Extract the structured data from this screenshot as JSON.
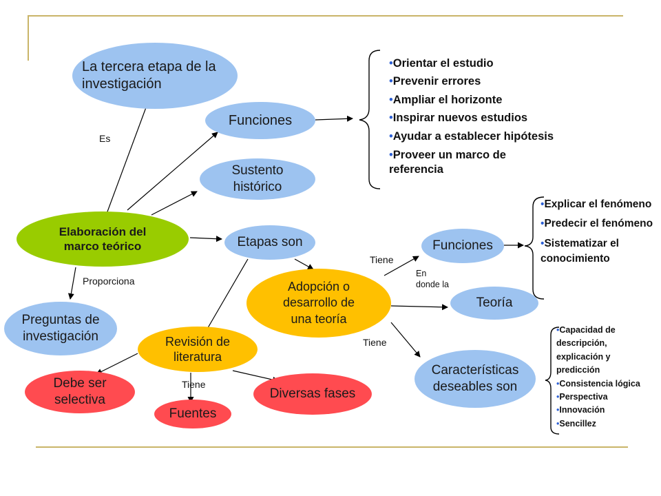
{
  "colors": {
    "light_blue": "#9DC3F0",
    "green": "#99CC00",
    "yellow": "#FFC000",
    "red": "#FF4B50",
    "frame_gold": "#C9B468",
    "bullet_blue": "#2C5FD4"
  },
  "nodes": {
    "tercera_etapa": "La tercera etapa de la investigación",
    "funciones_top": "Funciones",
    "sustento": "Sustento histórico",
    "elaboracion": "Elaboración del marco teórico",
    "etapas": "Etapas son",
    "preguntas": "Preguntas de investigación",
    "adopcion": "Adopción o desarrollo de una teoría",
    "funciones_right": "Funciones",
    "teoria": "Teoría",
    "revision": "Revisión de literatura",
    "caracteristicas": "Características deseables son",
    "debe_ser": "Debe ser selectiva",
    "diversas": "Diversas fases",
    "fuentes": "Fuentes"
  },
  "labels": {
    "es": "Es",
    "proporciona": "Proporciona",
    "tiene_1": "Tiene",
    "en_donde": "En donde la",
    "tiene_2": "Tiene",
    "tiene_3": "Tiene"
  },
  "lists": {
    "funciones_items": [
      "Orientar el estudio",
      "Prevenir errores",
      "Ampliar el horizonte",
      "Inspirar nuevos estudios",
      "Ayudar a establecer hipótesis",
      "Proveer un marco de referencia"
    ],
    "funciones_teoria_items": [
      "Explicar el fenómeno",
      "Predecir el fenómeno",
      "Sistematizar el conocimiento"
    ],
    "caracteristicas_items": [
      "Capacidad de descripción, explicación y predicción",
      "Consistencia lógica",
      "Perspectiva",
      "Innovación",
      "Sencillez"
    ]
  }
}
